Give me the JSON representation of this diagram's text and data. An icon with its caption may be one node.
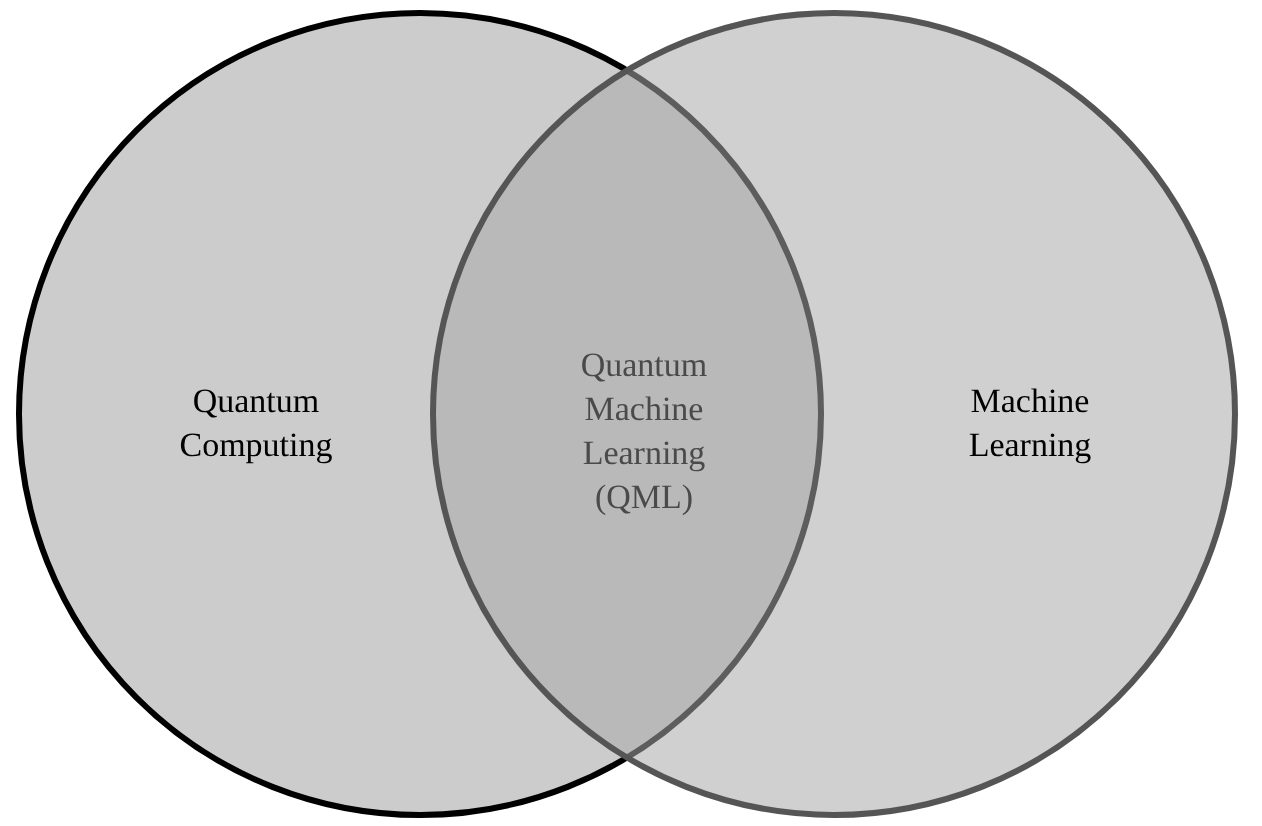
{
  "diagram": {
    "nodes": [
      {
        "text": [
          "Quantum Computing"
        ]
      },
      {
        "text": [
          "Machine Learning"
        ]
      }
    ],
    "labels": [
      "Quantum Machine Learning (QML)"
    ]
  }
}
